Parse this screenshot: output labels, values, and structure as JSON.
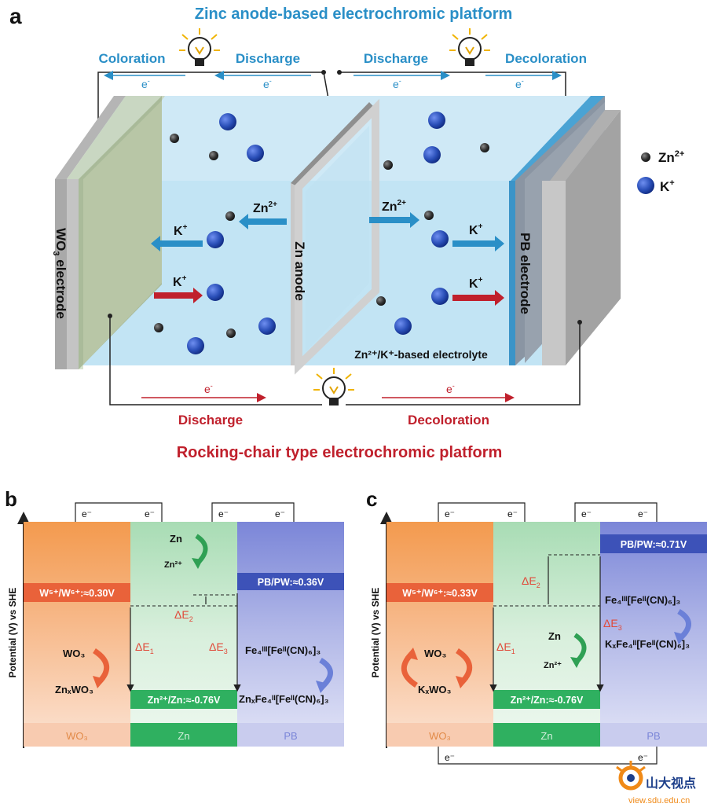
{
  "panel_a": {
    "letter": "a",
    "title_top": "Zinc anode-based electrochromic platform",
    "title_bottom": "Rocking-chair type electrochromic platform",
    "coloration": "Coloration",
    "discharge_left": "Discharge",
    "discharge_right": "Discharge",
    "decoloration_top": "Decoloration",
    "discharge_bottom": "Discharge",
    "decoloration_bottom": "Decoloration",
    "electron": "e",
    "electron_sup": "-",
    "wo3_electrode_pre": "WO",
    "wo3_electrode_sub": "3",
    "wo3_electrode_post": " electrode",
    "zn_anode": "Zn anode",
    "pb_electrode": "PB electrode",
    "electrolyte_label": "Zn²⁺/K⁺-based electrolyte",
    "legend_zn": "Zn",
    "legend_zn_sup": "2+",
    "legend_k": "K",
    "legend_k_sup": "+",
    "arrow_zn_left": "Zn",
    "arrow_zn_right": "Zn",
    "ion_sup_zn": "2+",
    "arrow_k": "K",
    "ion_sup_k": "+",
    "colors": {
      "blue_title": "#2a8fc7",
      "red_title": "#c0202c",
      "zn_ion": "#333333",
      "k_ion": "#2a4fb8"
    }
  },
  "panel_b": {
    "letter": "b",
    "ylabel": "Potential (V) vs SHE",
    "wo3_level": "W⁵⁺/W⁶⁺:≈0.30V",
    "pb_level": "PB/PW:≈0.36V",
    "zn_level": "Zn²⁺/Zn:≈-0.76V",
    "de1": "ΔE",
    "de1_sub": "1",
    "de2": "ΔE",
    "de2_sub": "2",
    "de3": "ΔE",
    "de3_sub": "3",
    "zn": "Zn",
    "zn2": "Zn²⁺",
    "wo3": "WO₃",
    "znxwo3": "ZnₓWO₃",
    "pb_top": "Fe₄ᴵᴵᴵ[Feᴵᴵ(CN)₆]₃",
    "pb_bottom": "ZnₓFe₄ᴵᴵ[Feᴵᴵ(CN)₆]₃",
    "col_wo3": "WO₃",
    "col_zn": "Zn",
    "col_pb": "PB",
    "e": "e⁻"
  },
  "panel_c": {
    "letter": "c",
    "ylabel": "Potential (V) vs SHE",
    "wo3_level": "W⁵⁺/W⁶⁺:≈0.33V",
    "pb_level": "PB/PW:≈0.71V",
    "zn_level": "Zn²⁺/Zn:≈-0.76V",
    "de1": "ΔE",
    "de1_sub": "1",
    "de2": "ΔE",
    "de2_sub": "2",
    "de3": "ΔE",
    "de3_sub": "3",
    "zn": "Zn",
    "zn2": "Zn²⁺",
    "wo3": "WO₃",
    "kxwo3": "KₓWO₃",
    "pb_top": "Fe₄ᴵᴵᴵ[Feᴵᴵ(CN)₆]₃",
    "pb_bottom": "KₓFe₄ᴵᴵ[Feᴵᴵ(CN)₆]₃",
    "col_wo3": "WO₃",
    "col_zn": "Zn",
    "col_pb": "PB",
    "e": "e⁻"
  },
  "watermark": {
    "text": "山大视点",
    "url": "view.sdu.edu.cn"
  }
}
